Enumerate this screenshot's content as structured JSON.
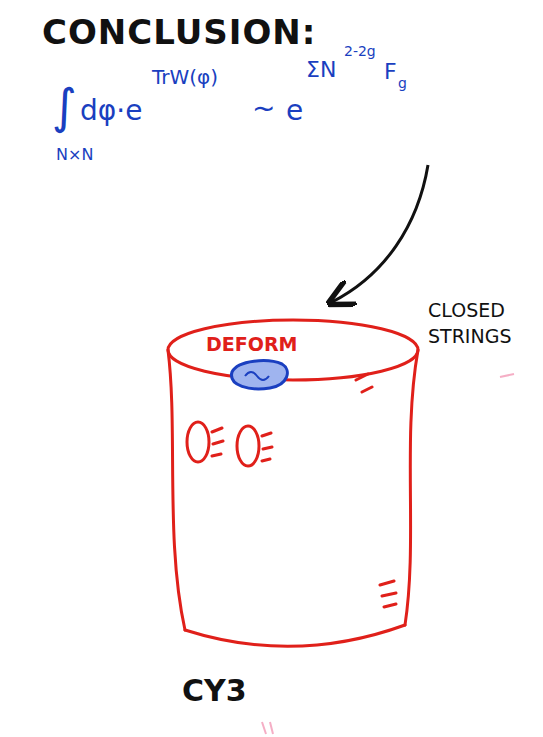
{
  "diagram": {
    "title": "CONCLUSION:",
    "nodes": [
      {
        "text": [
          "DEFORM",
          "CY3"
        ]
      }
    ],
    "labels": [
      "∫",
      "dφ·e",
      "TrW(φ)",
      "N×N",
      "~",
      "e",
      "ΣN",
      "2-2g",
      "F",
      "g",
      "CLOSED STRINGS"
    ]
  }
}
